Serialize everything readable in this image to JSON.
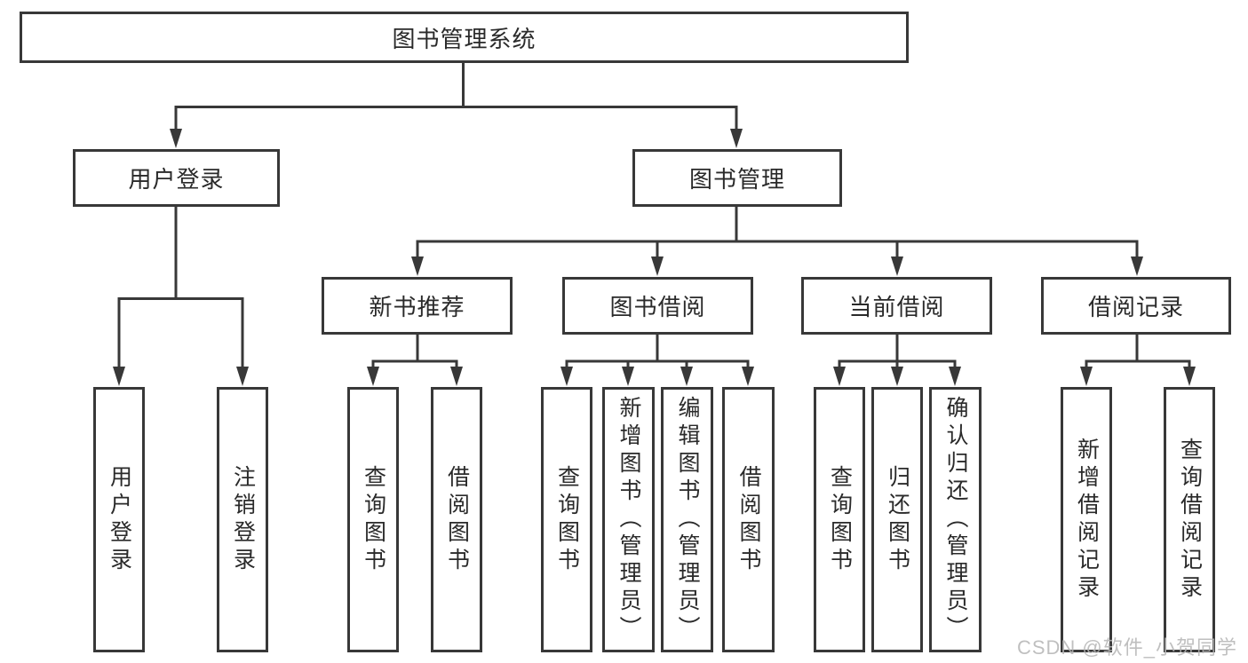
{
  "tree": {
    "label": "图书管理系统",
    "children": [
      {
        "label": "用户登录",
        "children": [
          {
            "label": "用户登录"
          },
          {
            "label": "注销登录"
          }
        ]
      },
      {
        "label": "图书管理",
        "children": [
          {
            "label": "新书推荐",
            "children": [
              {
                "label": "查询图书"
              },
              {
                "label": "借阅图书"
              }
            ]
          },
          {
            "label": "图书借阅",
            "children": [
              {
                "label": "查询图书"
              },
              {
                "label": "新增图书（管理员）"
              },
              {
                "label": "编辑图书（管理员）"
              },
              {
                "label": "借阅图书"
              }
            ]
          },
          {
            "label": "当前借阅",
            "children": [
              {
                "label": "查询图书"
              },
              {
                "label": "归还图书"
              },
              {
                "label": "确认归还（管理员）"
              }
            ]
          },
          {
            "label": "借阅记录",
            "children": [
              {
                "label": "新增借阅记录"
              },
              {
                "label": "查询借阅记录"
              }
            ]
          }
        ]
      }
    ]
  },
  "watermark": "CSDN @软件_小贺同学",
  "colors": {
    "line": "#383838",
    "text": "#2a2a2a",
    "watermark": "#b5b5b5",
    "background": "#ffffff"
  }
}
